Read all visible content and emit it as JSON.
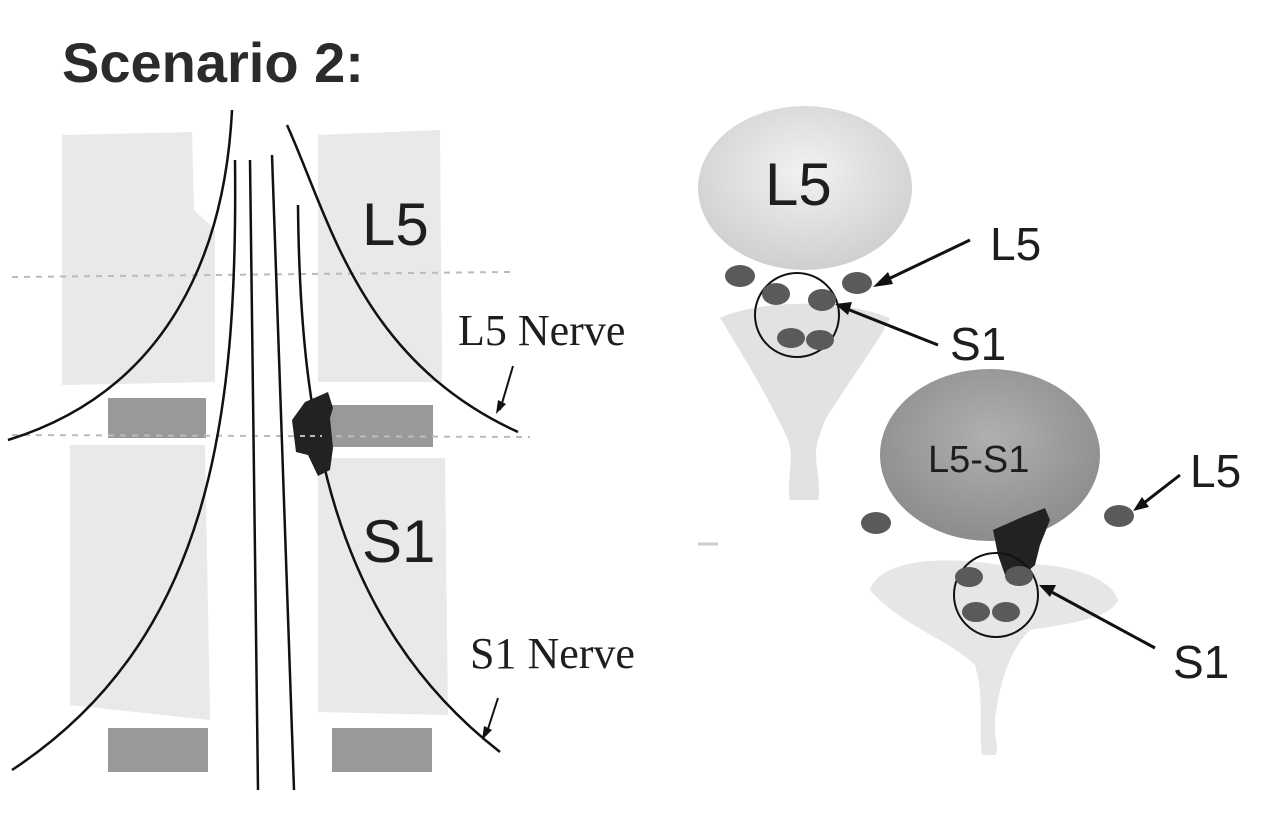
{
  "title": "Scenario 2:",
  "sagittal": {
    "vertebra_upper": "L5",
    "vertebra_lower": "S1",
    "nerve_upper": "L5 Nerve",
    "nerve_lower": "S1 Nerve"
  },
  "axial_upper": {
    "body": "L5",
    "arrow_lateral": "L5",
    "arrow_medial": "S1"
  },
  "axial_lower": {
    "disc": "L5-S1",
    "arrow_lateral": "L5",
    "arrow_medial": "S1"
  },
  "colors": {
    "bone": "#e6e6e6",
    "disc": "#9a9a9a",
    "disc_dark": "#8a8a8a",
    "herniation": "#222222",
    "nerve_root": "#5a5a5a",
    "line": "#111111",
    "title": "#2b2b2b"
  }
}
